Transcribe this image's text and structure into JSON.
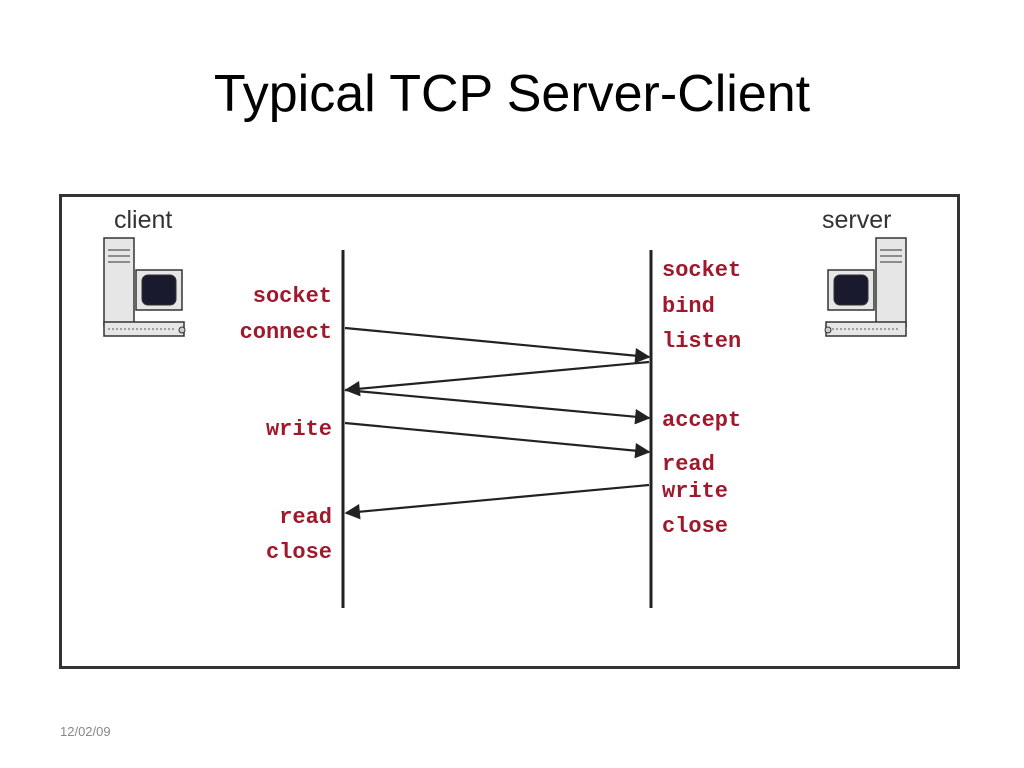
{
  "title": "Typical TCP Server-Client",
  "date": "12/02/09",
  "diagram": {
    "client_label": "client",
    "server_label": "server",
    "client_calls": [
      "socket",
      "connect",
      "write",
      "read",
      "close"
    ],
    "server_calls": [
      "socket",
      "bind",
      "listen",
      "accept",
      "read",
      "write",
      "close"
    ],
    "messages": [
      {
        "from": "client",
        "to": "server",
        "from_call": "connect",
        "to_call": "listen"
      },
      {
        "from": "server",
        "to": "client",
        "from_call": "listen",
        "to_call": "connect"
      },
      {
        "from": "client",
        "to": "server",
        "from_call": "connect",
        "to_call": "accept"
      },
      {
        "from": "client",
        "to": "server",
        "from_call": "write",
        "to_call": "read"
      },
      {
        "from": "server",
        "to": "client",
        "from_call": "write",
        "to_call": "read"
      }
    ],
    "colors": {
      "call_text": "#a0182c",
      "lines": "#222222",
      "label_text": "#333333"
    },
    "icons": [
      "computer-icon",
      "computer-icon"
    ]
  }
}
